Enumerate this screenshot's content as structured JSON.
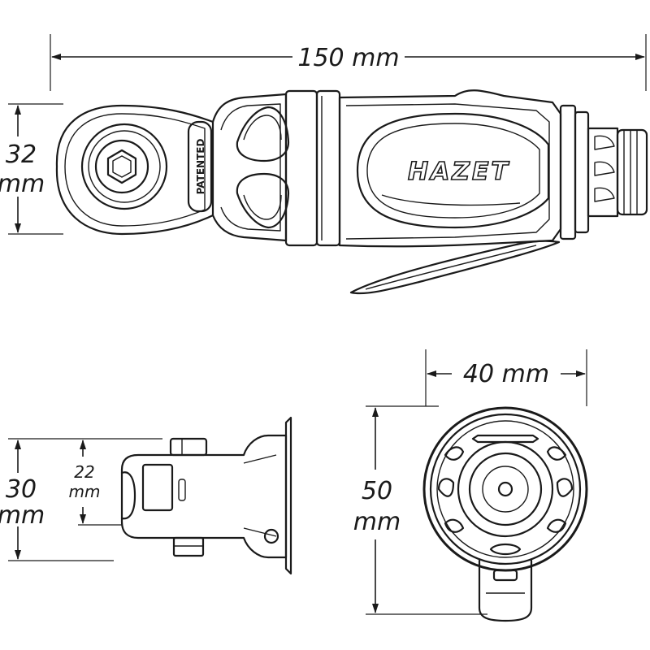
{
  "brand": "HAZET",
  "patent_label": "PATENTED",
  "dimensions": {
    "length": "150 mm",
    "head_height_value": "32",
    "head_height_unit": "mm",
    "side_total_value": "30",
    "side_total_unit": "mm",
    "side_inner_value": "22",
    "side_inner_unit": "mm",
    "front_width": "40 mm",
    "front_height_value": "50",
    "front_height_unit": "mm"
  }
}
